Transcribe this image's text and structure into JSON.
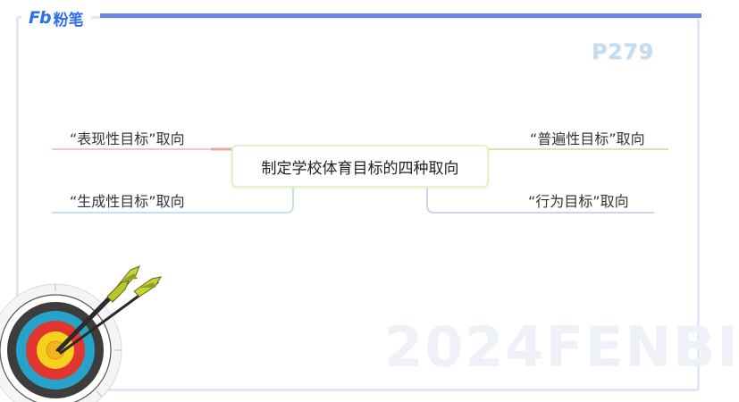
{
  "logo": {
    "mark": "Fb",
    "text": "粉笔"
  },
  "page_number": "P279",
  "watermark": "2024FENBI",
  "mindmap": {
    "center": "制定学校体育目标的四种取向",
    "branches": {
      "top_left": "“表现性目标”取向",
      "bottom_left": "“生成性目标”取向",
      "top_right": "“普遍性目标”取向",
      "bottom_right": "“行为目标”取向"
    }
  },
  "colors": {
    "frame_border": "#dfe8f8",
    "frame_top_bar": "#6f86e0",
    "logo_blue": "#2d6ff0",
    "branch_top_left": "#f2c8c6",
    "branch_bottom_left": "#c7dff0",
    "branch_top_right": "#d3e7b0",
    "branch_bottom_right": "#d5d3ea"
  },
  "illustration": {
    "icon": "target-arrows-icon"
  }
}
